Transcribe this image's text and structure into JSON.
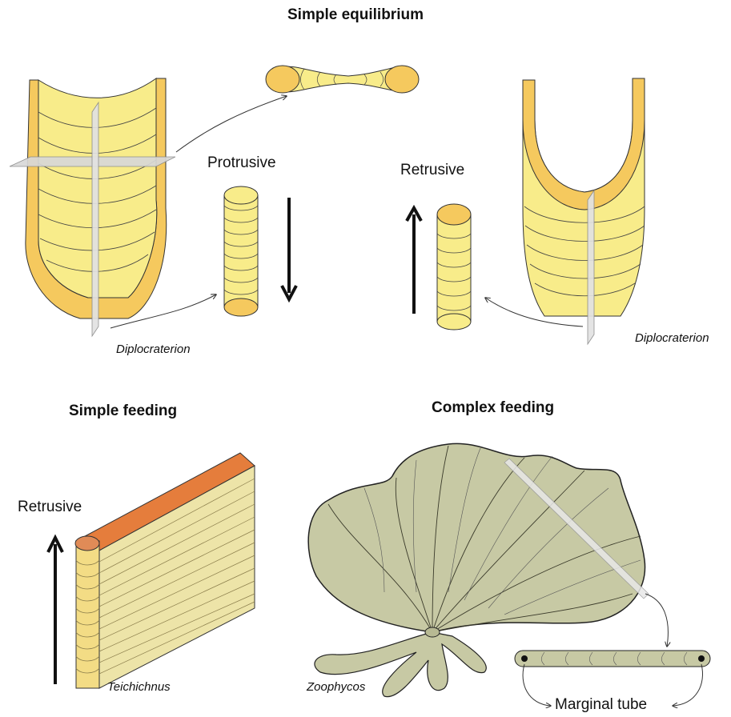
{
  "titles": {
    "top": "Simple equilibrium",
    "bottom_left": "Simple feeding",
    "bottom_right": "Complex feeding"
  },
  "labels": {
    "protrusive": "Protrusive",
    "retrusive_top": "Retrusive",
    "retrusive_bottom": "Retrusive",
    "marginal_tube": "Marginal tube"
  },
  "species": {
    "left": "Diplocraterion",
    "right": "Diplocraterion",
    "teichichnus": "Teichichnus",
    "zoophycos": "Zoophycos"
  },
  "colors": {
    "yellow_fill": "#f8ec8a",
    "yellow_rim": "#f5c95e",
    "orange_top": "#e57d3c",
    "olive_fill": "#c7c9a4",
    "plane_gray": "#d8d8d8"
  },
  "icons": {
    "arrow_down": "arrow-down-icon",
    "arrow_up": "arrow-up-icon"
  }
}
